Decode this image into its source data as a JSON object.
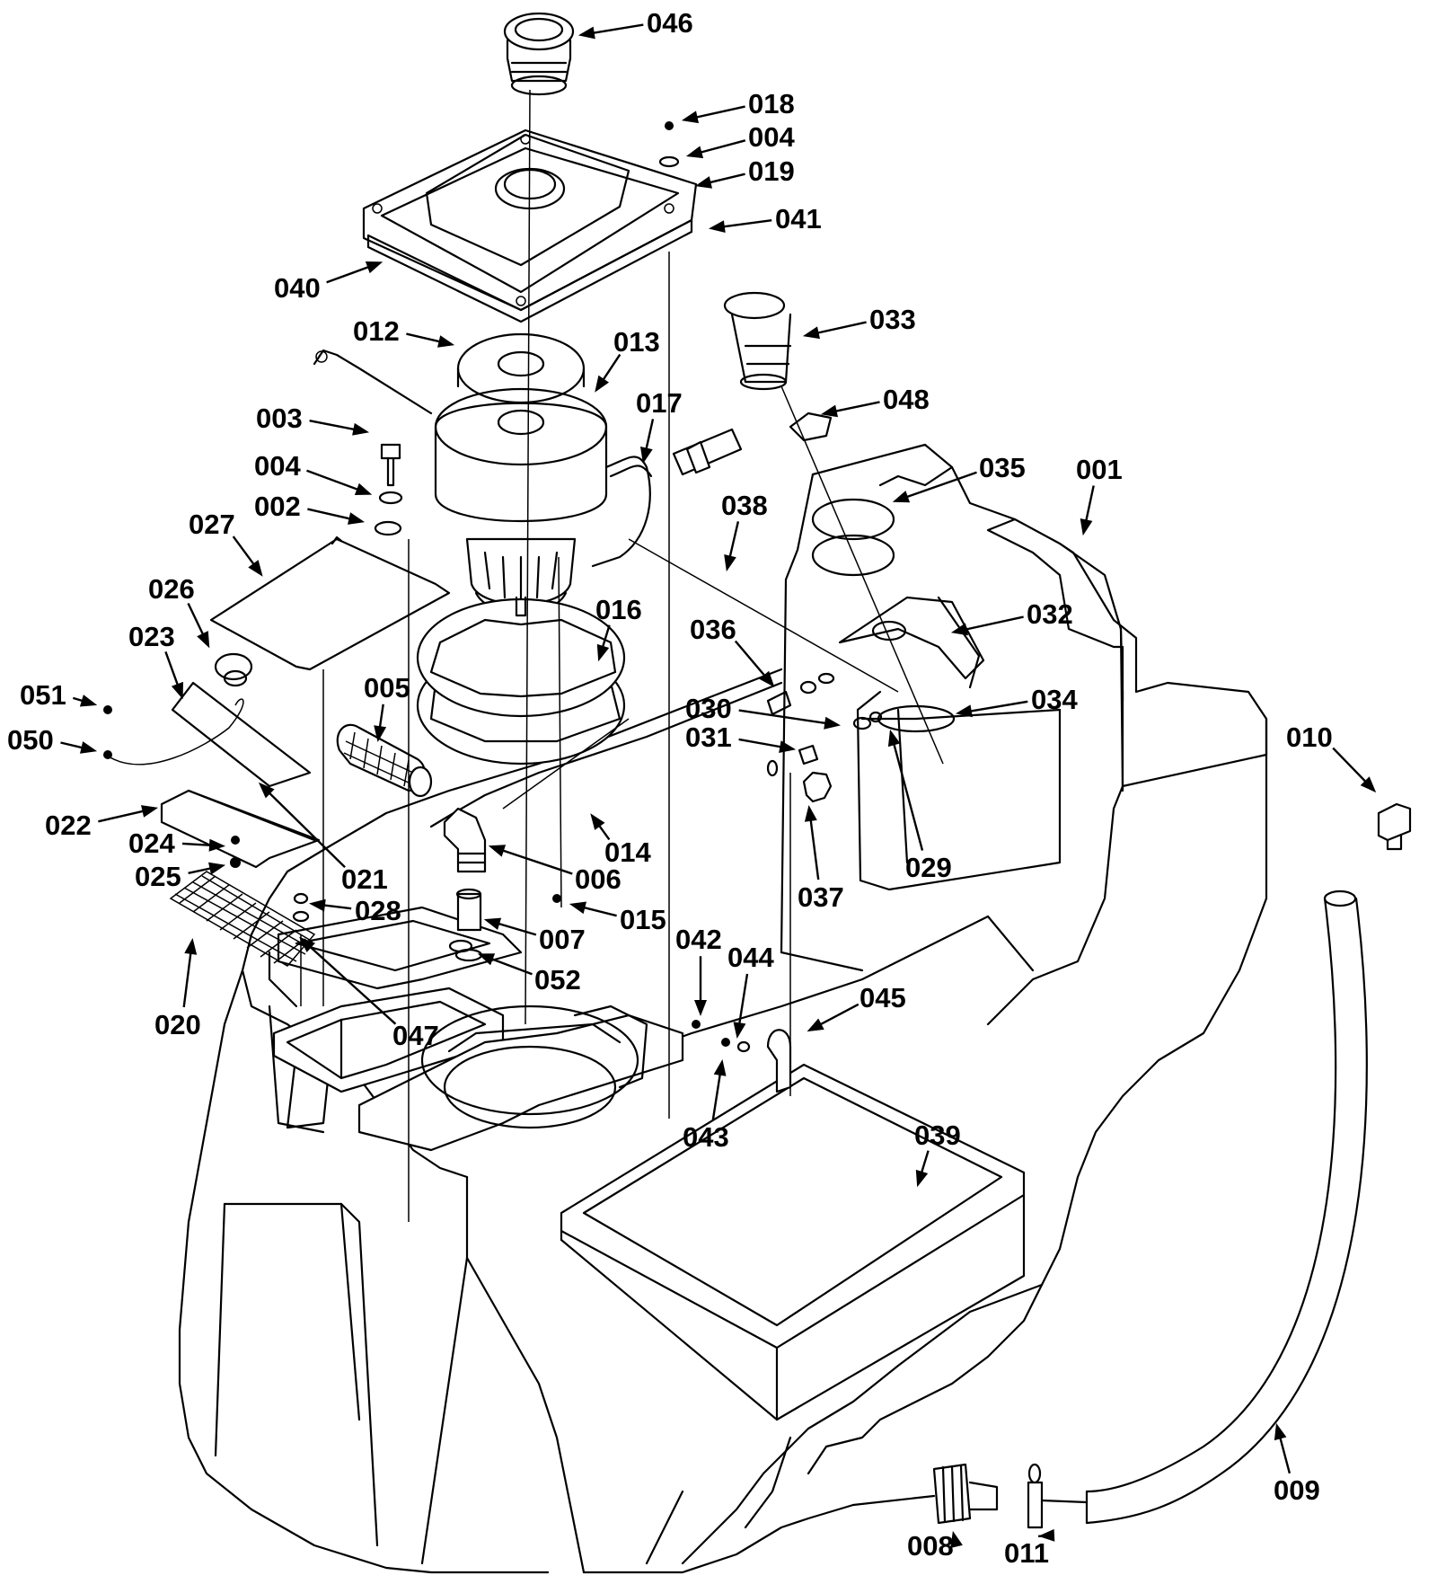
{
  "part_labels": [
    {
      "id": "046",
      "text": "046"
    },
    {
      "id": "018",
      "text": "018"
    },
    {
      "id": "004a",
      "text": "004"
    },
    {
      "id": "019",
      "text": "019"
    },
    {
      "id": "041",
      "text": "041"
    },
    {
      "id": "040",
      "text": "040"
    },
    {
      "id": "012",
      "text": "012"
    },
    {
      "id": "013",
      "text": "013"
    },
    {
      "id": "033",
      "text": "033"
    },
    {
      "id": "017",
      "text": "017"
    },
    {
      "id": "048",
      "text": "048"
    },
    {
      "id": "003",
      "text": "003"
    },
    {
      "id": "004b",
      "text": "004"
    },
    {
      "id": "002",
      "text": "002"
    },
    {
      "id": "035",
      "text": "035"
    },
    {
      "id": "001",
      "text": "001"
    },
    {
      "id": "038",
      "text": "038"
    },
    {
      "id": "027",
      "text": "027"
    },
    {
      "id": "026",
      "text": "026"
    },
    {
      "id": "016",
      "text": "016"
    },
    {
      "id": "032",
      "text": "032"
    },
    {
      "id": "023",
      "text": "023"
    },
    {
      "id": "036",
      "text": "036"
    },
    {
      "id": "005",
      "text": "005"
    },
    {
      "id": "051",
      "text": "051"
    },
    {
      "id": "030",
      "text": "030"
    },
    {
      "id": "034",
      "text": "034"
    },
    {
      "id": "050",
      "text": "050"
    },
    {
      "id": "031",
      "text": "031"
    },
    {
      "id": "010",
      "text": "010"
    },
    {
      "id": "022",
      "text": "022"
    },
    {
      "id": "014",
      "text": "014"
    },
    {
      "id": "024",
      "text": "024"
    },
    {
      "id": "006",
      "text": "006"
    },
    {
      "id": "029",
      "text": "029"
    },
    {
      "id": "021",
      "text": "021"
    },
    {
      "id": "025",
      "text": "025"
    },
    {
      "id": "037",
      "text": "037"
    },
    {
      "id": "028",
      "text": "028"
    },
    {
      "id": "015",
      "text": "015"
    },
    {
      "id": "007",
      "text": "007"
    },
    {
      "id": "042",
      "text": "042"
    },
    {
      "id": "044",
      "text": "044"
    },
    {
      "id": "052",
      "text": "052"
    },
    {
      "id": "045",
      "text": "045"
    },
    {
      "id": "020",
      "text": "020"
    },
    {
      "id": "047",
      "text": "047"
    },
    {
      "id": "043",
      "text": "043"
    },
    {
      "id": "039",
      "text": "039"
    },
    {
      "id": "009",
      "text": "009"
    },
    {
      "id": "008",
      "text": "008"
    },
    {
      "id": "011",
      "text": "011"
    }
  ]
}
